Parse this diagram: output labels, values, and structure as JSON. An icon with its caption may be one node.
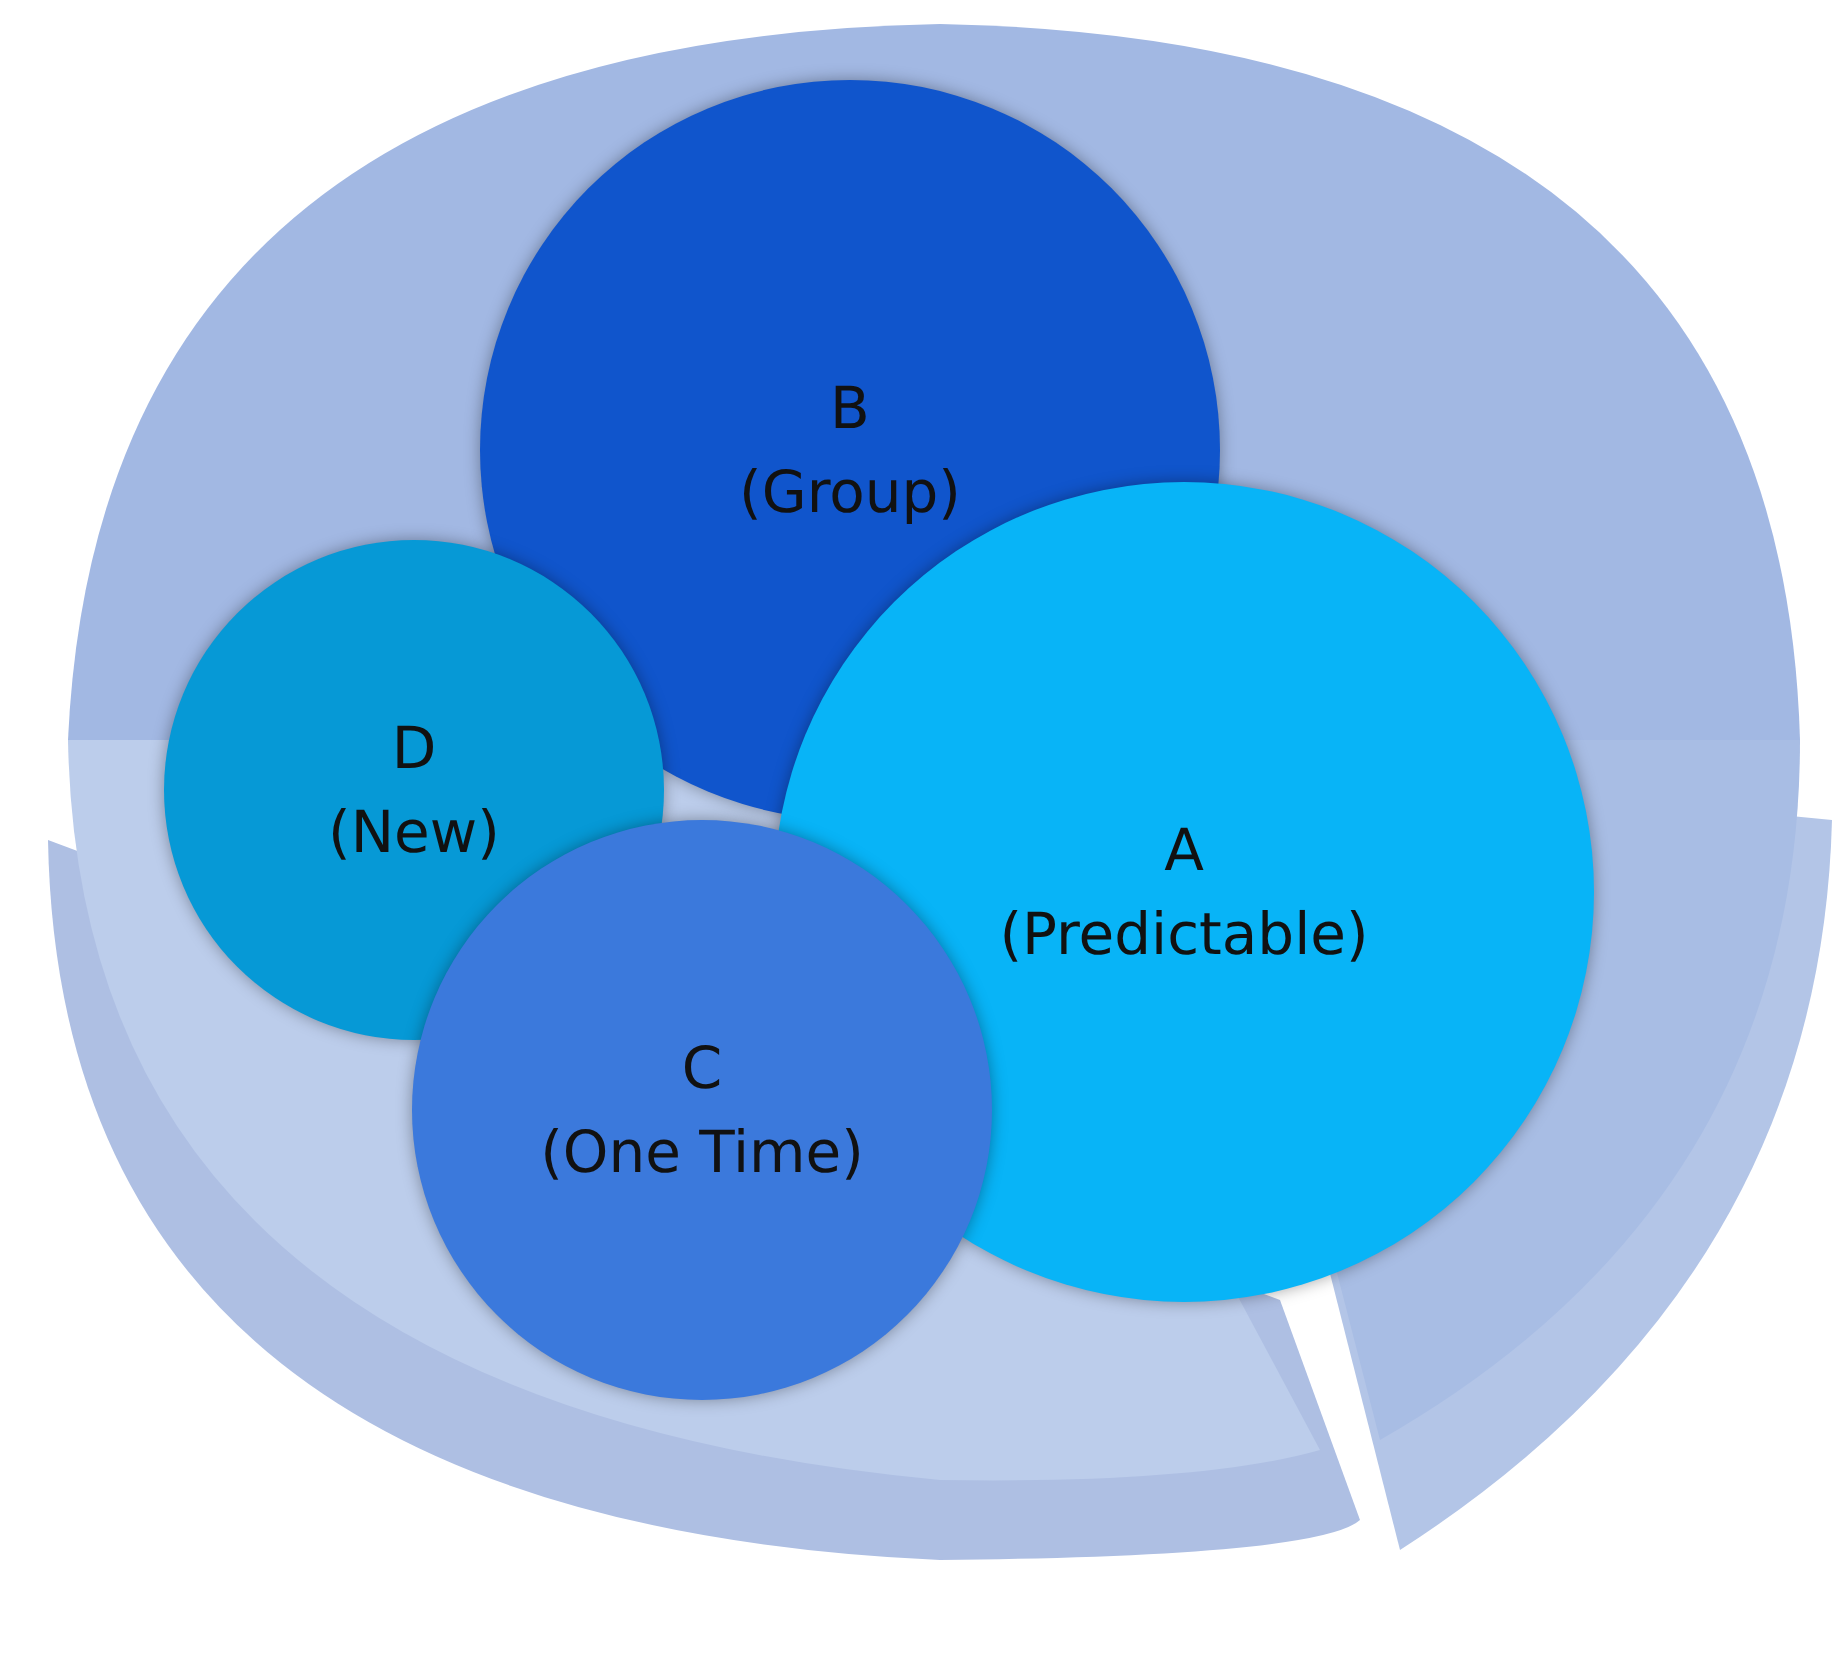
{
  "diagram": {
    "nodes": [
      {
        "text": [
          "B",
          "(Group)"
        ]
      },
      {
        "text": [
          "D",
          "(New)"
        ]
      },
      {
        "text": [
          "A",
          "(Predictable)"
        ]
      },
      {
        "text": [
          "C",
          "(One Time)"
        ]
      }
    ]
  }
}
